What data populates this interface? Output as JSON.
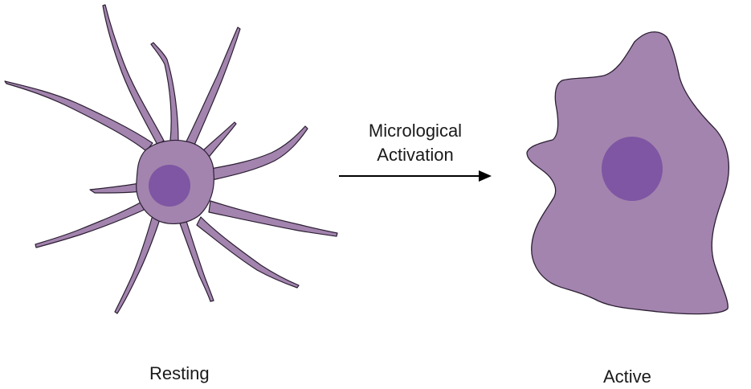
{
  "diagram": {
    "arrow_label_line1": "Micrological",
    "arrow_label_line2": "Activation",
    "resting_label": "Resting",
    "active_label": "Active"
  },
  "colors": {
    "cell_body": "#a384ae",
    "nucleus": "#7f56a3",
    "outline": "#2b1f33",
    "arrow": "#000000",
    "text": "#1a1a1a"
  }
}
